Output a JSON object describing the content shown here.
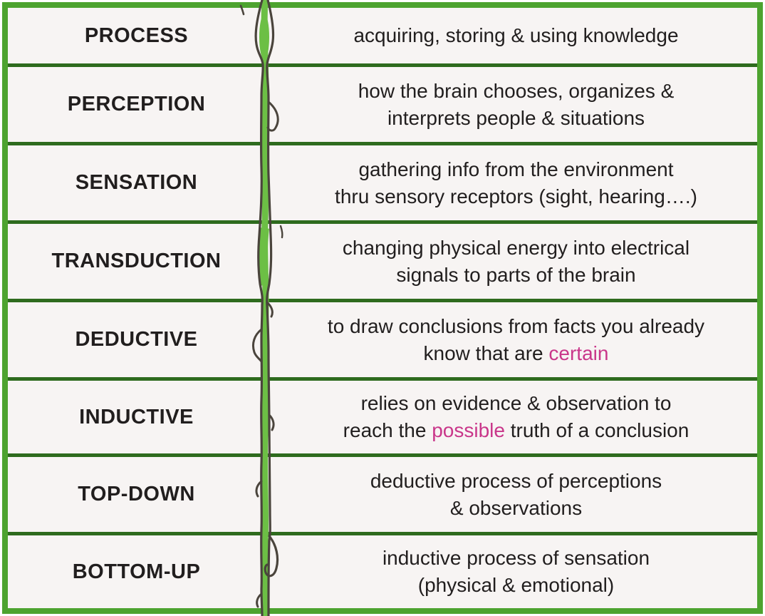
{
  "table": {
    "title": "psychology-terms-definition-table",
    "colors": {
      "outer_border": "#4da32f",
      "row_divider": "#2e6b1e",
      "background": "#f7f4f3",
      "text": "#211e1e",
      "highlight": "#c9368a",
      "vine_stem": "#6cbf45",
      "vine_outline": "#4a443c"
    },
    "rows": [
      {
        "term": "PROCESS",
        "line1": "acquiring, storing & using knowledge"
      },
      {
        "term": "PERCEPTION",
        "line1": "how the brain chooses, organizes &",
        "line2": "interprets people & situations"
      },
      {
        "term": "SENSATION",
        "line1": "gathering info from the environment",
        "line2": "thru sensory receptors (sight, hearing….)"
      },
      {
        "term": "TRANSDUCTION",
        "line1": "changing physical energy into electrical",
        "line2": "signals to parts of the brain"
      },
      {
        "term": "DEDUCTIVE",
        "line1": "to draw conclusions from facts you already",
        "line2_pre": "know that are ",
        "line2_hl": "certain",
        "line2_post": ""
      },
      {
        "term": "INDUCTIVE",
        "line1": "relies on evidence & observation to",
        "line2_pre": "reach the ",
        "line2_hl": "possible",
        "line2_post": " truth of a conclusion"
      },
      {
        "term": "TOP-DOWN",
        "line1": "deductive process of perceptions",
        "line2": "& observations"
      },
      {
        "term": "BOTTOM-UP",
        "line1": "inductive process of sensation",
        "line2": "(physical & emotional)"
      }
    ]
  }
}
